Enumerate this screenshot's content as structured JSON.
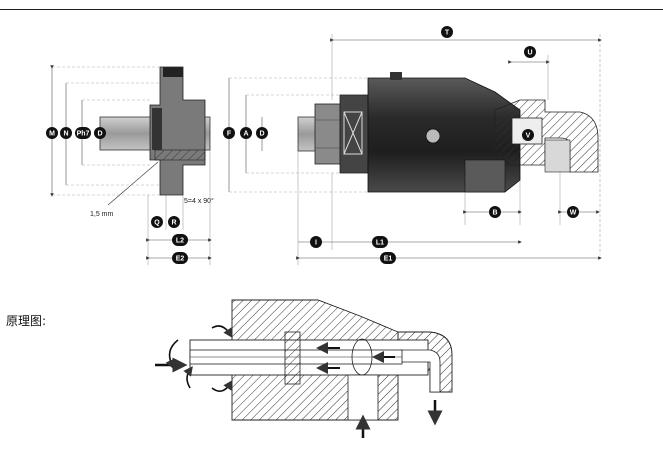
{
  "labels": {
    "M": "M",
    "N": "N",
    "Ph7": "Ph7",
    "D_left": "D",
    "F": "F",
    "A": "A",
    "D_mid": "D",
    "T": "T",
    "U": "U",
    "V": "V",
    "B": "B",
    "W": "W",
    "Q": "Q",
    "R": "R",
    "L2": "L2",
    "E2": "E2",
    "I": "I",
    "L1": "L1",
    "E1": "E1"
  },
  "annotations": {
    "clearance": "1,5 mm",
    "chamfer": "5=4 x 90°"
  },
  "caption": "原理图:",
  "colors": {
    "body_dark": "#2b2b2b",
    "body_mid": "#6d6d6d",
    "shaft_gray": "#a8a8a8",
    "line": "#222222",
    "badge": "#111111"
  }
}
